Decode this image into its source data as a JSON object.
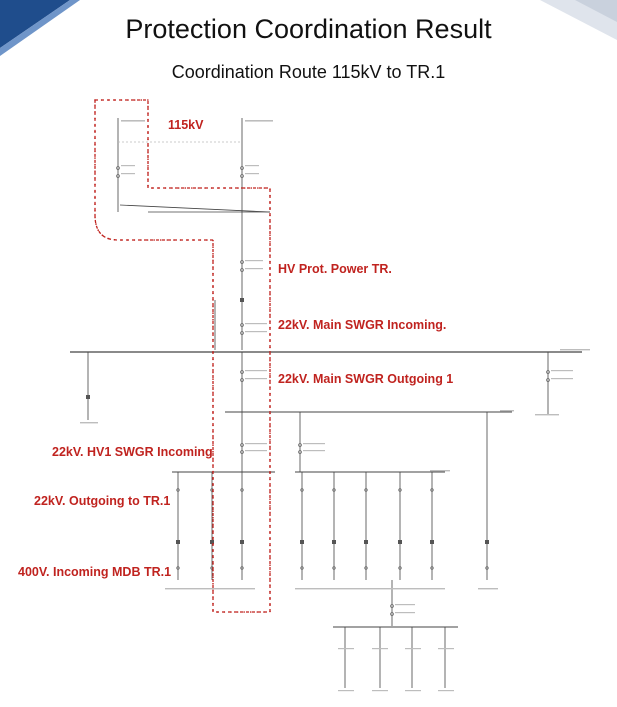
{
  "header": {
    "title": "Protection Coordination Result",
    "subtitle": "Coordination Route 115kV to TR.1"
  },
  "annotations": {
    "kv115": "115kV",
    "hv_prot": "HV Prot. Power TR.",
    "main_incoming": "22kV. Main SWGR Incoming.",
    "main_outgoing": "22kV. Main SWGR Outgoing 1",
    "hv1_incoming": "22kV. HV1 SWGR Incoming",
    "outgoing_tr1": "22kV. Outgoing to TR.1",
    "incoming_mdb": "400V. Incoming MDB TR.1"
  },
  "colors": {
    "route": "#c0231f",
    "label": "#c0231f",
    "corner_dark": "#1f4d8c",
    "corner_light": "#d7dde7"
  }
}
